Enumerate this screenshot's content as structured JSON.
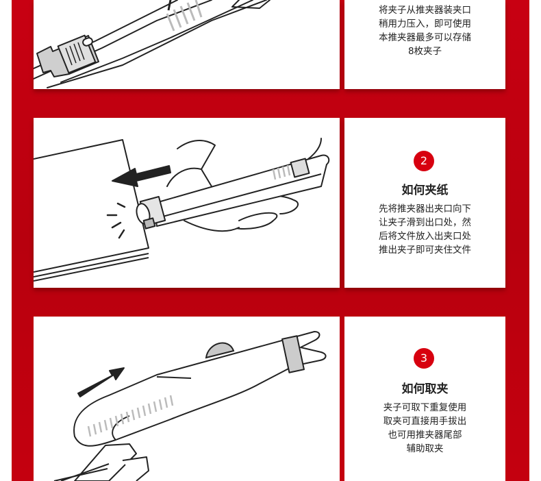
{
  "steps": [
    {
      "number": "",
      "title": "",
      "lines": [
        "将夹子从推夹器装夹口",
        "稍用力压入，即可使用",
        "本推夹器最多可以存储",
        "8枚夹子"
      ]
    },
    {
      "number": "2",
      "title": "如何夹纸",
      "lines": [
        "先将推夹器出夹口向下",
        "让夹子滑到出口处，然",
        "后将文件放入出夹口处",
        "推出夹子即可夹住文件"
      ]
    },
    {
      "number": "3",
      "title": "如何取夹",
      "lines": [
        "夹子可取下重复使用",
        "取夹可直接用手拔出",
        "也可用推夹器尾部",
        "辅助取夹"
      ]
    }
  ],
  "colors": {
    "brand_red": "#d7000f",
    "panel_red": "#c10011"
  }
}
